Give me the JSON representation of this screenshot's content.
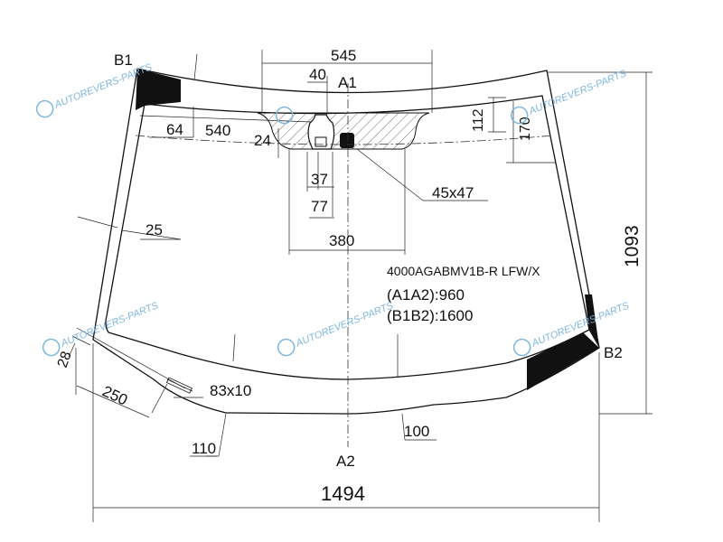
{
  "part_code": "4000AGABMV1B-R LFW/X",
  "a1a2": "(A1A2):960",
  "b1b2": "(B1B2):1600",
  "points": {
    "a1": "A1",
    "a2": "A2",
    "b1": "B1",
    "b2": "B2"
  },
  "dimensions": {
    "d545": "545",
    "d40": "40",
    "d112": "112",
    "d170": "170",
    "d64": "64",
    "d540": "540",
    "d24": "24",
    "d37": "37",
    "d77": "77",
    "d45x47": "45x47",
    "d380": "380",
    "d25": "25",
    "d1093": "1093",
    "d28": "28",
    "d250": "250",
    "d83x10": "83x10",
    "d110": "110",
    "d100": "100",
    "d1494": "1494"
  },
  "watermark": "AUTOREVERS-PARTS",
  "colors": {
    "line": "#111111",
    "watermark": "#7fb6de"
  }
}
